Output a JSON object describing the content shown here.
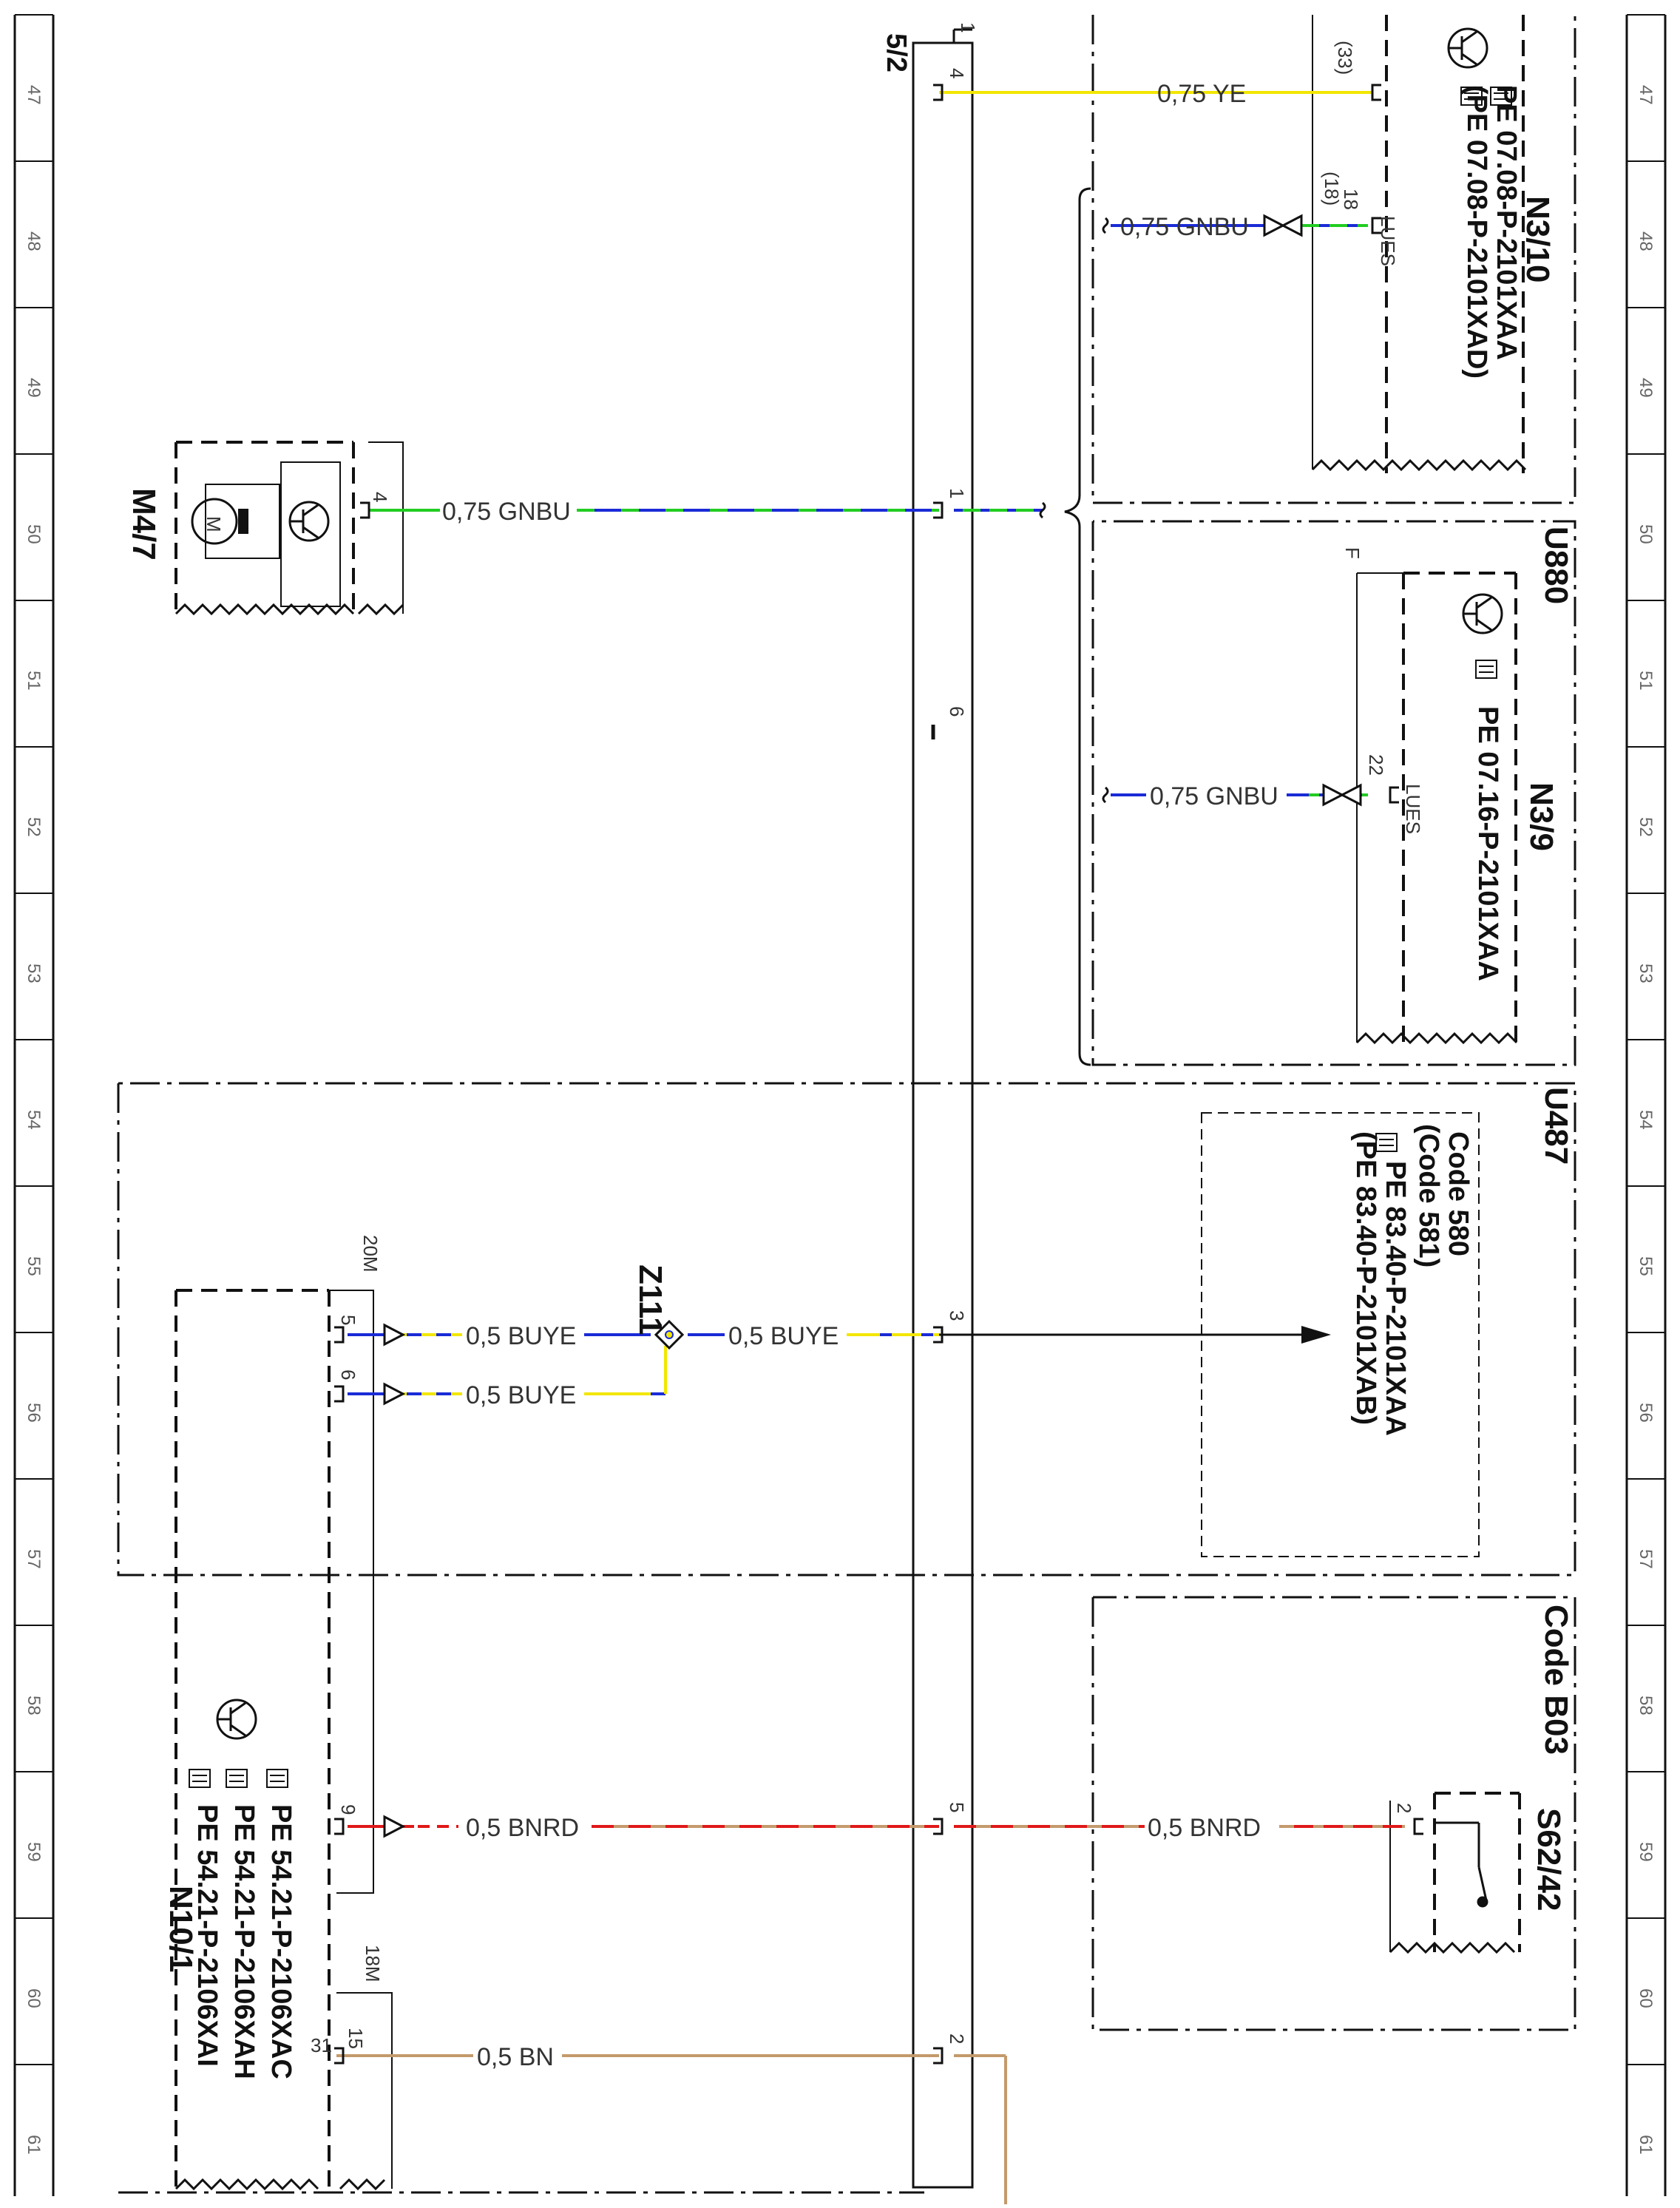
{
  "grid_numbers": [
    "47",
    "48",
    "49",
    "50",
    "51",
    "52",
    "53",
    "54",
    "55",
    "56",
    "57",
    "58",
    "59",
    "60",
    "61"
  ],
  "connector": {
    "label": "5/2",
    "pin_top": "1"
  },
  "wires": {
    "w_ye": "0,75 YE",
    "w_gnbu_n310": "0,75 GNBU",
    "w_gnbu_m47": "0,75 GNBU",
    "w_gnbu_n39": "0,75 GNBU",
    "w_buye_1": "0,5 BUYE",
    "w_buye_2": "0,5 BUYE",
    "w_buye_3": "0,5 BUYE",
    "w_bnrd_1": "0,5 BNRD",
    "w_bnrd_2": "0,5 BNRD",
    "w_bn": "0,5 BN"
  },
  "pins": {
    "c52_4": "4",
    "c52_1": "1",
    "c52_6": "6",
    "c52_3": "3",
    "c52_5": "5",
    "c52_2": "2",
    "n310_33": "(33)",
    "n310_18": "18",
    "n310_18b": "(18)",
    "n310_lues": "LUES",
    "n39_22": "22",
    "n39_lues": "LUES",
    "n39_f": "F",
    "m47_4": "4",
    "n101_20m": "20M",
    "n101_5": "5",
    "n101_6": "6",
    "n101_9": "9",
    "n101_18m": "18M",
    "n101_15": "15",
    "n101_31": "31",
    "s6242_2": "2"
  },
  "components": {
    "n310": {
      "name": "N3/10",
      "ref1": "PE 07.08-P-2101XAA",
      "ref2": "(PE 07.08-P-2101XAD)"
    },
    "u880": {
      "name": "U880"
    },
    "n39": {
      "name": "N3/9",
      "ref1": "PE 07.16-P-2101XAA"
    },
    "m47": {
      "name": "M4/7",
      "motor_letter": "M"
    },
    "u487": {
      "name": "U487",
      "code1": "Code 580",
      "code2": "(Code 581)",
      "ref1": "PE 83.40-P-2101XAA",
      "ref2": "(PE 83.40-P-2101XAB)"
    },
    "z111": {
      "name": "Z111"
    },
    "codeb03": {
      "name": "Code B03"
    },
    "s6242": {
      "name": "S62/42"
    },
    "n101": {
      "name": "N10/1",
      "ref1": "PE 54.21-P-2106XAC",
      "ref2": "PE 54.21-P-2106XAH",
      "ref3": "PE 54.21-P-2106XAI"
    }
  },
  "colors": {
    "yellow": "#f2e600",
    "green": "#22cc22",
    "blue": "#1a2bd6",
    "red": "#e01818",
    "brown": "#c49a6c",
    "black": "#111111"
  }
}
